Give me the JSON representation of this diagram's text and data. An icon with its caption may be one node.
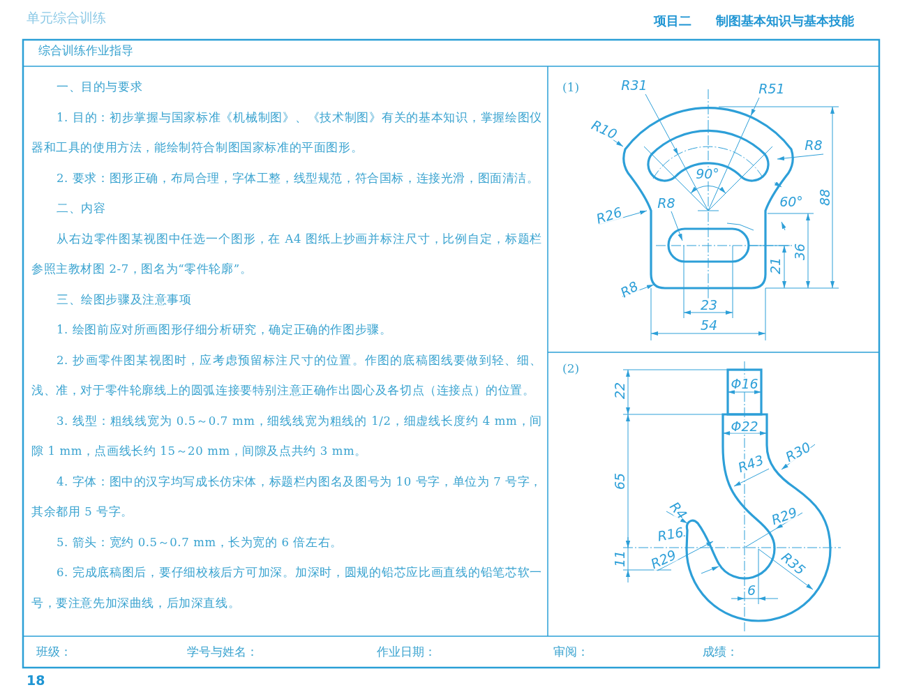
{
  "diagram": {
    "labels": [
      "单元综合训练",
      "项目二",
      "制图基本知识与基本技能",
      "综合训练作业指导",
      "一、目的与要求",
      "1. 目的：初步掌握与国家标准《机械制图》、《技术制图》有关的基本知识，掌握绘图仪器和工具的使用方法，能绘制符合制图国家标准的平面图形。",
      "2. 要求：图形正确，布局合理，字体工整，线型规范，符合国标，连接光滑，图面清洁。",
      "二、内容",
      "从右边零件图某视图中任选一个图形，在 A4 图纸上抄画并标注尺寸，比例自定，标题栏参照主教材图 2-7，图名为“零件轮廓”。",
      "三、绘图步骤及注意事项",
      "1. 绘图前应对所画图形仔细分析研究，确定正确的作图步骤。",
      "2. 抄画零件图某视图时，应考虑预留标注尺寸的位置。作图的底稿图线要做到轻、细、浅、准，对于零件轮廓线上的圆弧连接要特别注意正确作出圆心及各切点（连接点）的位置。",
      "3. 线型：粗线线宽为 0.5～0.7 mm，细线线宽为粗线的 1/2，细虚线长度约 4 mm，间隙 1 mm，点画线长约 15～20 mm，间隙及点共约 3 mm。",
      "4. 字体：图中的汉字均写成长仿宋体，标题栏内图名及图号为 10 号字，单位为 7 号字，其余都用 5 号字。",
      "5. 箭头：宽约 0.5～0.7 mm，长为宽的 6 倍左右。",
      "6. 完成底稿图后，要仔细校核后方可加深。加深时，圆规的铅芯应比画直线的铅笔芯软一号，要注意先加深曲线，后加深直线。",
      "(1)",
      "R31",
      "R51",
      "R10",
      "R8",
      "90°",
      "60°",
      "R26",
      "R8",
      "88",
      "36",
      "21",
      "R8",
      "23",
      "54",
      "(2)",
      "22",
      "Φ16",
      "Φ22",
      "R30",
      "R43",
      "65",
      "R4",
      "R29",
      "R16",
      "11",
      "R29",
      "R35",
      "6",
      "班级：",
      "学号与姓名：",
      "作业日期：",
      "审阅：",
      "成绩：",
      "18"
    ]
  }
}
